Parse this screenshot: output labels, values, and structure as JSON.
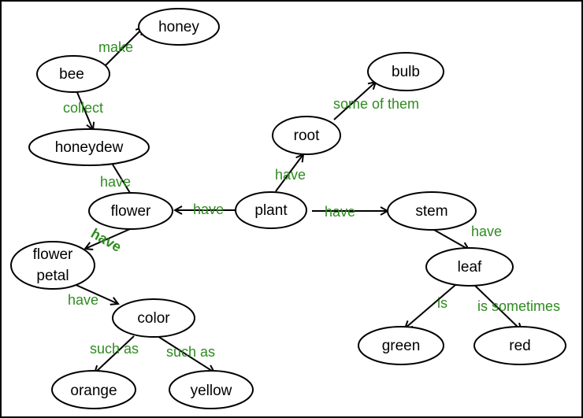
{
  "colors": {
    "edge_label": "#2e8b1f",
    "node_stroke": "#000000",
    "background": "#ffffff"
  },
  "nodes": {
    "honey": "honey",
    "bee": "bee",
    "honeydew": "honeydew",
    "flower": "flower",
    "flower_petal_line1": "flower",
    "flower_petal_line2": "petal",
    "color": "color",
    "orange": "orange",
    "yellow": "yellow",
    "plant": "plant",
    "root": "root",
    "bulb": "bulb",
    "stem": "stem",
    "leaf": "leaf",
    "green": "green",
    "red": "red"
  },
  "edges": {
    "bee_honey": "make",
    "bee_honeydew": "collect",
    "flower_honeydew": "have",
    "plant_flower": "have",
    "flower_petal": "have",
    "petal_color": "have",
    "color_orange": "such as",
    "color_yellow": "such as",
    "plant_root": "have",
    "root_bulb": "some of them",
    "plant_stem": "have",
    "stem_leaf": "have",
    "leaf_green": "is",
    "leaf_red": "is sometimes"
  }
}
